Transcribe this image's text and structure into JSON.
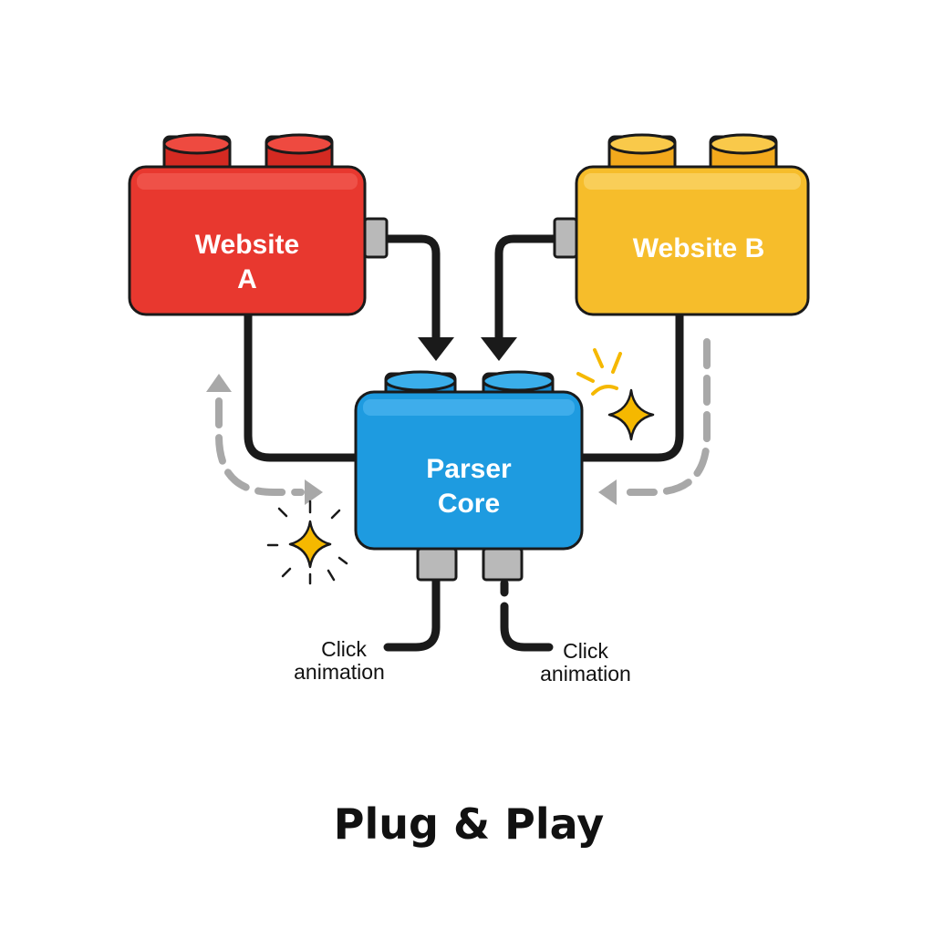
{
  "diagram": {
    "blocks": {
      "website_a": {
        "label_line1": "Website",
        "label_line2": "A",
        "color": "#e8382f"
      },
      "website_b": {
        "label": "Website B",
        "color": "#f6bd2b"
      },
      "parser_core": {
        "label_line1": "Parser",
        "label_line2": "Core",
        "color": "#1e9be0"
      }
    },
    "side_labels": {
      "left": {
        "line1": "Click",
        "line2": "animation"
      },
      "right": {
        "line1": "Click",
        "line2": "animation"
      }
    },
    "caption": "Plug & Play",
    "colors": {
      "outline": "#1a1a1a",
      "arrow_gray": "#a8a8a8",
      "sparkle": "#f5b800",
      "connector": "#b9b9b9"
    }
  }
}
